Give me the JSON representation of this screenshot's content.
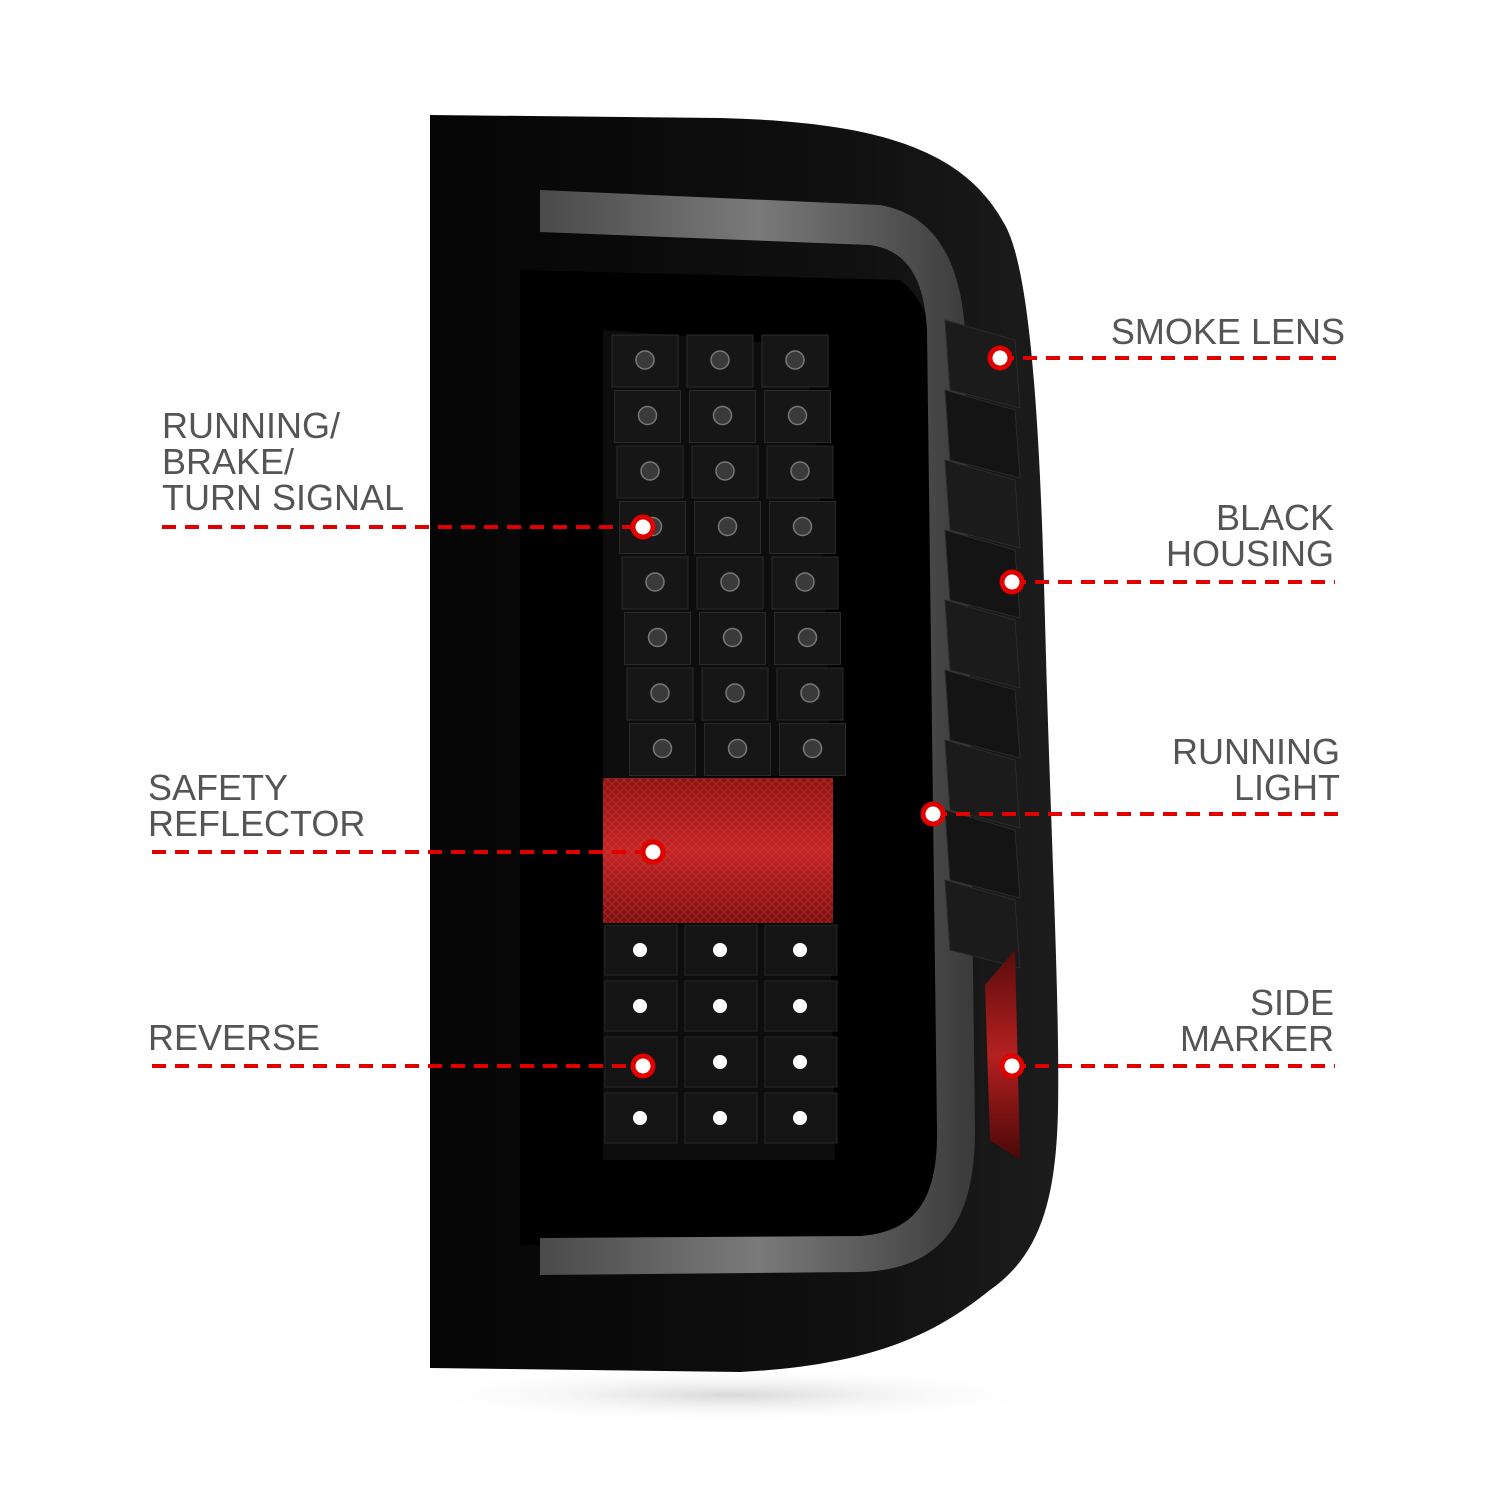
{
  "colors": {
    "background": "#ffffff",
    "label_text": "#555555",
    "callout": "#e00000",
    "housing": "#0a0a0a",
    "light_bar": "#6b6b6b",
    "reflector": "#b01c1c",
    "led_amber_red": "#1a1a1a",
    "led_white": "#ffffff"
  },
  "callouts": {
    "left": [
      {
        "id": "running-brake-turn",
        "lines": [
          "RUNNING/",
          "BRAKE/",
          "TURN SIGNAL"
        ]
      },
      {
        "id": "safety-reflector",
        "lines": [
          "SAFETY",
          "REFLECTOR"
        ]
      },
      {
        "id": "reverse",
        "lines": [
          "REVERSE"
        ]
      }
    ],
    "right": [
      {
        "id": "smoke-lens",
        "lines": [
          "SMOKE LENS"
        ]
      },
      {
        "id": "black-housing",
        "lines": [
          "BLACK",
          "HOUSING"
        ]
      },
      {
        "id": "running-light",
        "lines": [
          "RUNNING",
          "LIGHT"
        ]
      },
      {
        "id": "side-marker",
        "lines": [
          "SIDE",
          "MARKER"
        ]
      }
    ]
  },
  "leds": {
    "upper_rows": 8,
    "upper_cols": 3,
    "lower_rows": 4,
    "lower_cols": 3
  }
}
